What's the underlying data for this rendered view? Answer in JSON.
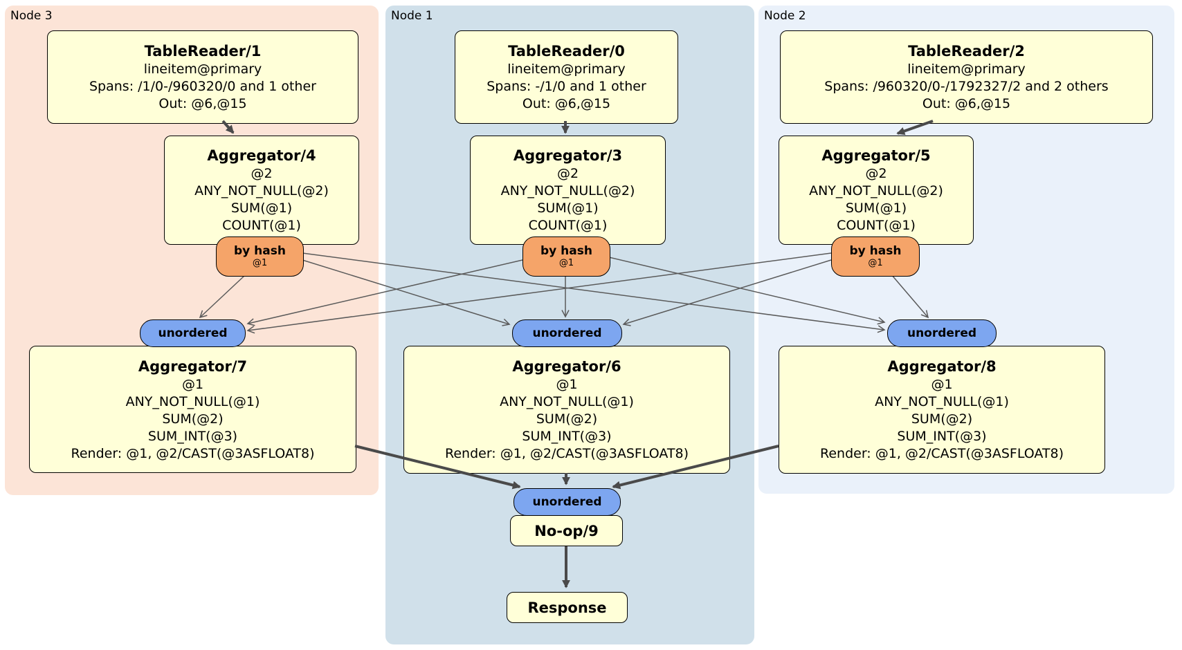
{
  "regions": {
    "node3": {
      "label": "Node 3",
      "bg": "#fce4d7"
    },
    "node1": {
      "label": "Node 1",
      "bg": "#d0e0ea"
    },
    "node2": {
      "label": "Node 2",
      "bg": "#eaf1fa"
    }
  },
  "processors": {
    "tablereader1": {
      "title": "TableReader/1",
      "lines": [
        "lineitem@primary",
        "Spans: /1/0-/960320/0 and 1 other",
        "Out: @6,@15"
      ]
    },
    "tablereader0": {
      "title": "TableReader/0",
      "lines": [
        "lineitem@primary",
        "Spans: -/1/0 and 1 other",
        "Out: @6,@15"
      ]
    },
    "tablereader2": {
      "title": "TableReader/2",
      "lines": [
        "lineitem@primary",
        "Spans: /960320/0-/1792327/2 and 2 others",
        "Out: @6,@15"
      ]
    },
    "aggregator4": {
      "title": "Aggregator/4",
      "lines": [
        "@2",
        "ANY_NOT_NULL(@2)",
        "SUM(@1)",
        "COUNT(@1)"
      ]
    },
    "aggregator3": {
      "title": "Aggregator/3",
      "lines": [
        "@2",
        "ANY_NOT_NULL(@2)",
        "SUM(@1)",
        "COUNT(@1)"
      ]
    },
    "aggregator5": {
      "title": "Aggregator/5",
      "lines": [
        "@2",
        "ANY_NOT_NULL(@2)",
        "SUM(@1)",
        "COUNT(@1)"
      ]
    },
    "aggregator7": {
      "title": "Aggregator/7",
      "lines": [
        "@1",
        "ANY_NOT_NULL(@1)",
        "SUM(@2)",
        "SUM_INT(@3)",
        "Render: @1, @2/CAST(@3ASFLOAT8)"
      ]
    },
    "aggregator6": {
      "title": "Aggregator/6",
      "lines": [
        "@1",
        "ANY_NOT_NULL(@1)",
        "SUM(@2)",
        "SUM_INT(@3)",
        "Render: @1, @2/CAST(@3ASFLOAT8)"
      ]
    },
    "aggregator8": {
      "title": "Aggregator/8",
      "lines": [
        "@1",
        "ANY_NOT_NULL(@1)",
        "SUM(@2)",
        "SUM_INT(@3)",
        "Render: @1, @2/CAST(@3ASFLOAT8)"
      ]
    },
    "noop9": {
      "title": "No-op/9"
    },
    "response": {
      "title": "Response"
    }
  },
  "routers": {
    "byhash_node3": {
      "label": "by hash",
      "detail": "@1"
    },
    "byhash_node1": {
      "label": "by hash",
      "detail": "@1"
    },
    "byhash_node2": {
      "label": "by hash",
      "detail": "@1"
    }
  },
  "syncs": {
    "unordered_node3": {
      "label": "unordered"
    },
    "unordered_node1": {
      "label": "unordered"
    },
    "unordered_node2": {
      "label": "unordered"
    },
    "unordered_final": {
      "label": "unordered"
    }
  },
  "edges": [
    {
      "from": "tablereader1",
      "to": "aggregator4"
    },
    {
      "from": "tablereader0",
      "to": "aggregator3"
    },
    {
      "from": "tablereader2",
      "to": "aggregator5"
    },
    {
      "from": "byhash_node3",
      "to": "unordered_node3"
    },
    {
      "from": "byhash_node3",
      "to": "unordered_node1"
    },
    {
      "from": "byhash_node3",
      "to": "unordered_node2"
    },
    {
      "from": "byhash_node1",
      "to": "unordered_node3"
    },
    {
      "from": "byhash_node1",
      "to": "unordered_node1"
    },
    {
      "from": "byhash_node1",
      "to": "unordered_node2"
    },
    {
      "from": "byhash_node2",
      "to": "unordered_node3"
    },
    {
      "from": "byhash_node2",
      "to": "unordered_node1"
    },
    {
      "from": "byhash_node2",
      "to": "unordered_node2"
    },
    {
      "from": "aggregator7",
      "to": "unordered_final"
    },
    {
      "from": "aggregator6",
      "to": "unordered_final"
    },
    {
      "from": "aggregator8",
      "to": "unordered_final"
    },
    {
      "from": "noop9",
      "to": "response"
    }
  ],
  "colors": {
    "region_node3_bg": "#fce4d7",
    "region_node1_bg": "#d0e0ea",
    "region_node2_bg": "#eaf1fa",
    "processor_fill": "#ffffd8",
    "router_fill": "#f5a469",
    "sync_fill": "#7da6f0",
    "border": "#000000",
    "edge": "#4a4a4a"
  }
}
